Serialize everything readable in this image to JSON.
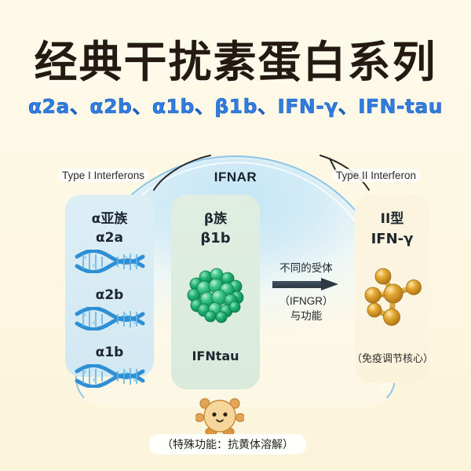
{
  "title": {
    "main": "经典干扰素蛋白系列",
    "sub": "α2a、α2b、α1b、β1b、IFN-γ、IFN-tau"
  },
  "diagram": {
    "receptor_label": "IFNAR",
    "left_side_label": "Type I Interferons",
    "right_side_label": "Type II Interferon",
    "columns": [
      {
        "id": "alpha",
        "head": "α亚族",
        "items": [
          "α2a",
          "α2b",
          "α1b"
        ],
        "icon": "dna-helix-icon",
        "color": "#d7ebf4"
      },
      {
        "id": "beta",
        "head": "β族",
        "sub": "β1b",
        "footer": "IFNtau",
        "icon": "protein-cluster-icon",
        "color": "#dcecdf"
      },
      {
        "id": "gamma",
        "head": "II型",
        "sub": "IFN-γ",
        "footer": "（免疫调节核心）",
        "icon": "gold-molecule-icon",
        "color": "#fbf4de"
      }
    ],
    "arrow": {
      "top_text": "不同的受体",
      "mid_text": "（IFNGR）",
      "bottom_text": "与功能",
      "icon": "right-arrow-icon"
    },
    "mascot": {
      "icon": "bear-mascot-icon",
      "caption": "（特殊功能：抗黄体溶解）"
    }
  },
  "colors": {
    "background": "#fdf8e4",
    "title": "#241a12",
    "subtitle": "#2f7de1",
    "dome": "#cbe8f7",
    "arrow": "#2d3944"
  }
}
